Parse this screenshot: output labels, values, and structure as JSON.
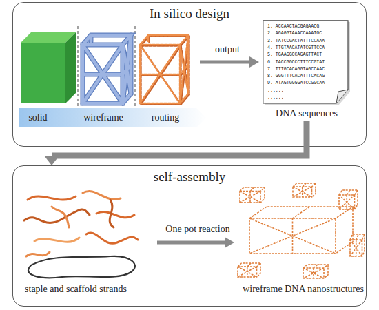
{
  "diagram": {
    "nodes": [
      {
        "text": [
          "In silico design"
        ]
      },
      {
        "text": [
          "1. ACCAACTACGAGAACG",
          "2. AGAGGTAAACCAAATGC",
          "3. TATCCGACTATTTCCAAA",
          "4. TTGTAACATATCGTTCCA",
          "5. TGAAGGCCAGAGTTACT",
          "6. TACCGGCCCTTTCCGTAT",
          "7. TTTGCACAGGTAGCCAAC",
          "8. GGGTTTCACATTTCACAG",
          "9. ATAGTGGGGATCCGGCAA",
          "......",
          "......",
          "DNA sequences"
        ],
        "in": 0
      },
      {
        "text": [
          "self-assembly"
        ]
      }
    ],
    "edges": [
      {
        "from": 1,
        "to": 2,
        "arrow": "to"
      }
    ],
    "labels": [
      "solid",
      "wireframe",
      "routing",
      "output",
      "staple and scaffold strands",
      "One pot reaction",
      "wireframe DNA nanostructures"
    ]
  }
}
